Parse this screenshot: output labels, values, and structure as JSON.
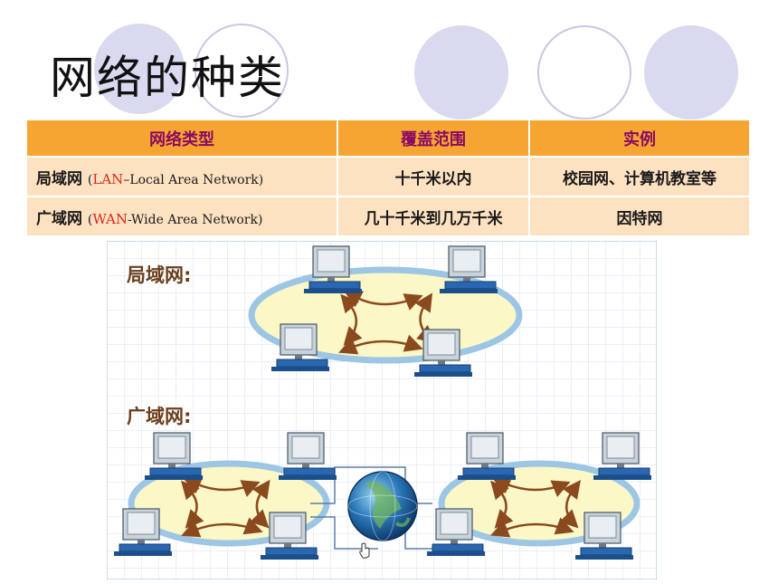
{
  "title": "网络的种类",
  "colors": {
    "header_bg": "#f6a533",
    "header_text": "#8a0a63",
    "row_bg": "#fde2c2",
    "accent_red": "#e0261b",
    "circle_fill": "#d9d9f0"
  },
  "table": {
    "headers": [
      "网络类型",
      "覆盖范围",
      "实例"
    ],
    "rows": [
      {
        "type_cn": "局域网",
        "paren_open": "(",
        "abbr": "LAN",
        "full": "–Local Area Network",
        "paren_close": ")",
        "range": "十千米以内",
        "example": "校园网、计算机教室等"
      },
      {
        "type_cn": "广域网",
        "paren_open": "(",
        "abbr": "WAN",
        "full": "-Wide Area Network",
        "paren_close": ")",
        "range": "几十千米到几万千米",
        "example": "因特网"
      }
    ]
  },
  "figure": {
    "lan_label": "局域网:",
    "wan_label": "广域网:"
  },
  "icons": [
    "computer-icon",
    "globe-icon",
    "hand-cursor-icon"
  ]
}
